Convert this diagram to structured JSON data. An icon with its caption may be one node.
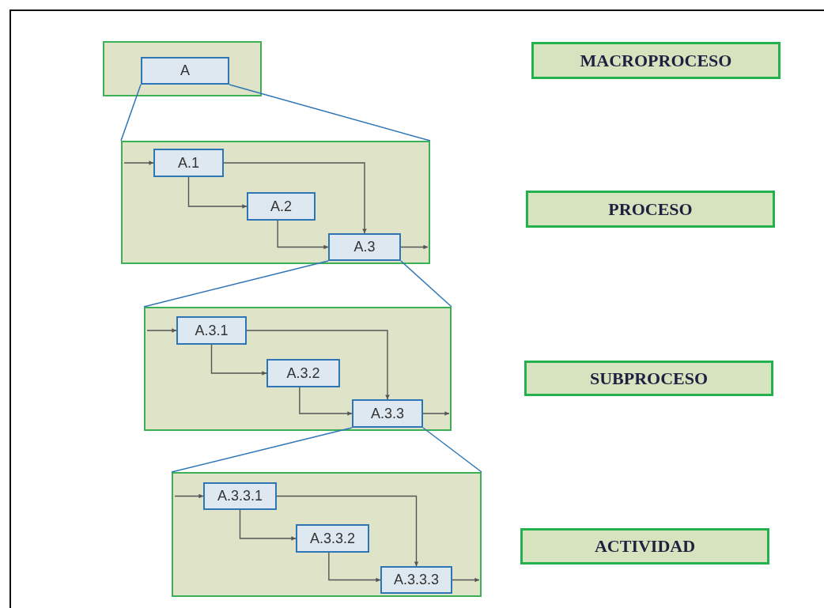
{
  "diagram": {
    "nodes": [
      {
        "text": [],
        "shape": "box"
      },
      {
        "text": [
          "A"
        ],
        "in": 0
      },
      {
        "text": [],
        "shape": "box"
      },
      {
        "text": [
          "A.1"
        ],
        "in": 2
      },
      {
        "text": [
          "A.2"
        ],
        "in": 2
      },
      {
        "text": [
          "A.3"
        ],
        "in": 2
      },
      {
        "text": [],
        "shape": "box"
      },
      {
        "text": [
          "A.3.1"
        ],
        "in": 6
      },
      {
        "text": [
          "A.3.2"
        ],
        "in": 6
      },
      {
        "text": [
          "A.3.3"
        ],
        "in": 6
      },
      {
        "text": [],
        "shape": "box"
      },
      {
        "text": [
          "A.3.3.1"
        ],
        "in": 10
      },
      {
        "text": [
          "A.3.3.2"
        ],
        "in": 10
      },
      {
        "text": [
          "A.3.3.3"
        ],
        "in": 10
      },
      {
        "text": [
          "MACROPROCESO"
        ]
      },
      {
        "text": [
          "PROCESO"
        ]
      },
      {
        "text": [
          "SUBPROCESO"
        ]
      },
      {
        "text": [
          "ACTIVIDAD"
        ]
      }
    ],
    "edges": [
      {
        "from": 1,
        "to": 2,
        "arrow": "none",
        "color": "#2e75b6"
      },
      {
        "from": 1,
        "to": 2,
        "arrow": "none",
        "color": "#2e75b6"
      },
      {
        "from": null,
        "to": 3,
        "arrow": "to"
      },
      {
        "from": 3,
        "to": 4,
        "arrow": "to"
      },
      {
        "from": 3,
        "to": 5,
        "arrow": "to"
      },
      {
        "from": 4,
        "to": 5,
        "arrow": "to"
      },
      {
        "from": 5,
        "to": null,
        "arrow": "to"
      },
      {
        "from": 5,
        "to": 6,
        "arrow": "none",
        "color": "#2e75b6"
      },
      {
        "from": 5,
        "to": 6,
        "arrow": "none",
        "color": "#2e75b6"
      },
      {
        "from": null,
        "to": 7,
        "arrow": "to"
      },
      {
        "from": 7,
        "to": 8,
        "arrow": "to"
      },
      {
        "from": 7,
        "to": 9,
        "arrow": "to"
      },
      {
        "from": 8,
        "to": 9,
        "arrow": "to"
      },
      {
        "from": 9,
        "to": null,
        "arrow": "to"
      },
      {
        "from": 9,
        "to": 10,
        "arrow": "none",
        "color": "#2e75b6"
      },
      {
        "from": 9,
        "to": 10,
        "arrow": "none",
        "color": "#2e75b6"
      },
      {
        "from": null,
        "to": 11,
        "arrow": "to"
      },
      {
        "from": 11,
        "to": 12,
        "arrow": "to"
      },
      {
        "from": 11,
        "to": 13,
        "arrow": "to"
      },
      {
        "from": 12,
        "to": 13,
        "arrow": "to"
      },
      {
        "from": 13,
        "to": null,
        "arrow": "to"
      }
    ]
  }
}
